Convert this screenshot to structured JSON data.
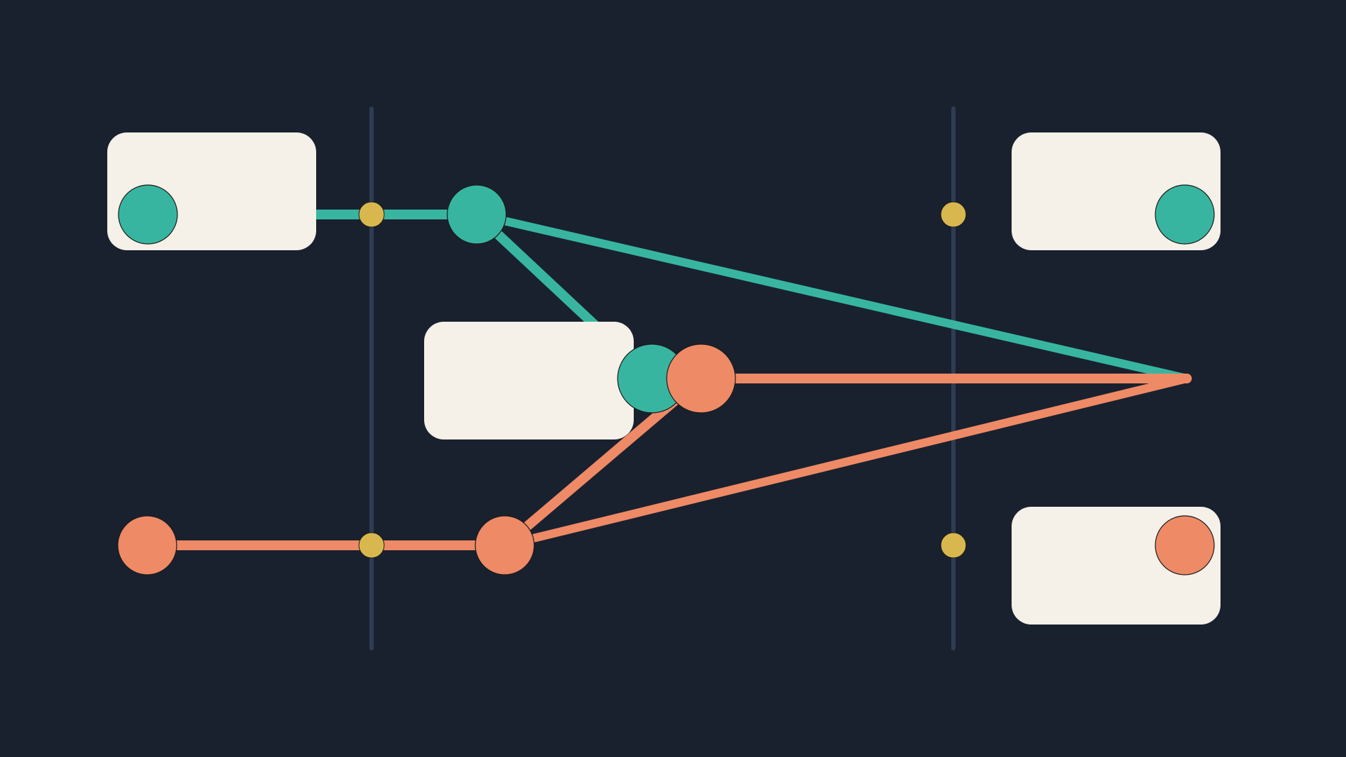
{
  "colors": {
    "background": "#19212f",
    "rail": "#2f3d53",
    "card": "#f5f0e8",
    "teal": "#38b5a0",
    "coral": "#ef8a66",
    "junction": "#d8b84e",
    "outline": "#1a1a1a"
  },
  "cards": [
    {
      "name": "card-top-left"
    },
    {
      "name": "card-center"
    },
    {
      "name": "card-top-right"
    },
    {
      "name": "card-bottom-right"
    }
  ],
  "rails": [
    {
      "name": "rail-left"
    },
    {
      "name": "rail-right"
    }
  ],
  "teal_links": [
    {
      "name": "teal-link-card-to-node"
    },
    {
      "name": "teal-link-node-to-center"
    },
    {
      "name": "teal-link-node-to-apex"
    }
  ],
  "coral_links": [
    {
      "name": "coral-link-start-to-node"
    },
    {
      "name": "coral-link-node-to-center"
    },
    {
      "name": "coral-link-node-to-apex"
    },
    {
      "name": "coral-link-center-to-apex"
    }
  ],
  "nodes": [
    {
      "name": "teal-node-top-left-card",
      "color": "teal"
    },
    {
      "name": "teal-node-top",
      "color": "teal"
    },
    {
      "name": "teal-node-center-card",
      "color": "teal"
    },
    {
      "name": "coral-node-center-card",
      "color": "coral"
    },
    {
      "name": "teal-node-top-right-card",
      "color": "teal"
    },
    {
      "name": "coral-node-start",
      "color": "coral"
    },
    {
      "name": "coral-node-bottom",
      "color": "coral"
    },
    {
      "name": "coral-node-bottom-right-card",
      "color": "coral"
    }
  ],
  "junctions": [
    {
      "name": "junction-dot-left-top"
    },
    {
      "name": "junction-dot-left-bottom"
    },
    {
      "name": "junction-dot-right-top"
    },
    {
      "name": "junction-dot-right-bottom"
    }
  ]
}
